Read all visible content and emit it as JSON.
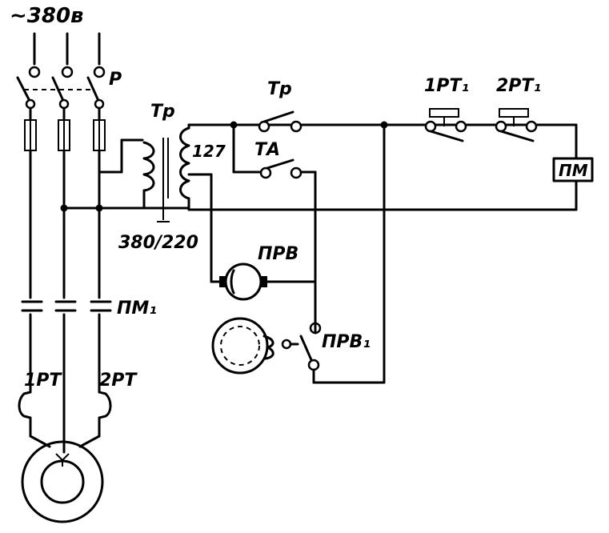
{
  "labels": {
    "supply": "~380в",
    "main_switch": "Р",
    "transformer": "Тр",
    "transformer_ratio": "380/220",
    "secondary_voltage": "127",
    "switch_tr": "Тр",
    "switch_ta": "ТА",
    "relay_1rt1": "1РТ₁",
    "relay_2rt1": "2РТ₁",
    "contactor_coil": "ПМ",
    "motor_prv": "ПРВ",
    "contact_prv1": "ПРВ₁",
    "contact_pm1": "ПМ₁",
    "thermal_1rt": "1РТ",
    "thermal_2rt": "2РТ"
  }
}
